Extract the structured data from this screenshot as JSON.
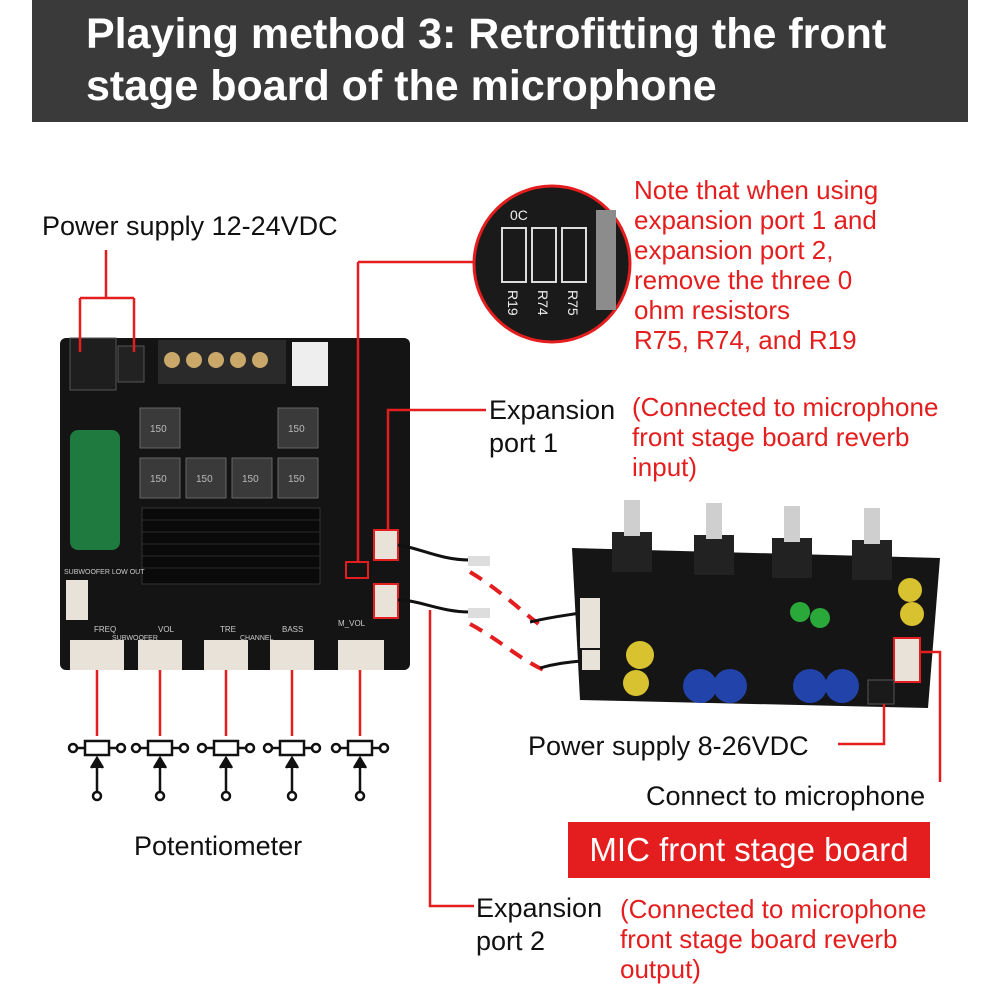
{
  "header": {
    "title": "Playing method 3: Retrofitting the front stage board of the microphone"
  },
  "labels": {
    "power_main": "Power supply 12-24VDC",
    "expansion_port_1_line1": "Expansion",
    "expansion_port_1_line2": "port 1",
    "expansion_port_1_note_lines": [
      "(Connected to microphone",
      "front stage board reverb",
      "input)"
    ],
    "expansion_port_2_line1": "Expansion",
    "expansion_port_2_line2": "port 2",
    "expansion_port_2_note_lines": [
      "(Connected to microphone",
      "front stage board reverb",
      "output)"
    ],
    "potentiometer": "Potentiometer",
    "power_mic": "Power supply 8-26VDC",
    "connect_mic": "Connect to microphone",
    "mic_board_badge": "MIC front stage board"
  },
  "resistor_note_lines": [
    "Note that when using",
    "expansion port 1 and",
    "expansion port 2,",
    "remove the three 0",
    "ohm resistors",
    "R75, R74, and R19"
  ],
  "zoom_inset": {
    "resistor_labels": [
      "R19",
      "R74",
      "R75"
    ],
    "top_marking": "0C"
  },
  "board_silkscreen": {
    "connectors": [
      "FREQ",
      "VOL",
      "TRE",
      "BASS",
      "M_VOL"
    ],
    "subwoofer": "SUBWOOFER",
    "channel": "CHANNEL",
    "subwoofer_low_out": "SUBWOOFER LOW OUT",
    "inductors": [
      "150",
      "150",
      "150",
      "150",
      "150",
      "150"
    ]
  },
  "colors": {
    "banner": "#3a3a3a",
    "accent_red": "#e41e1e",
    "board": "#141414",
    "connector": "#e8e2d8"
  }
}
